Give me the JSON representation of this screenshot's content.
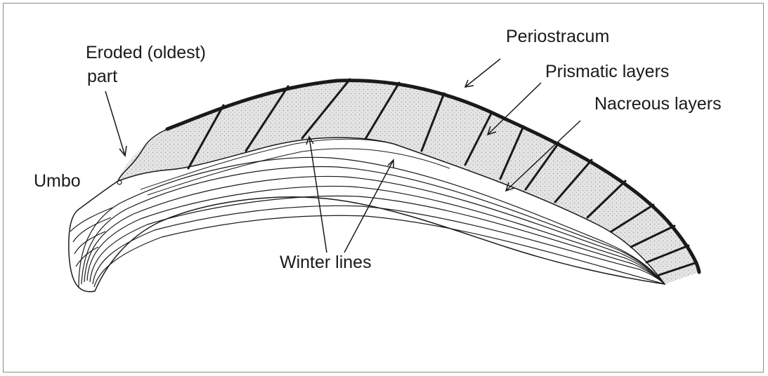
{
  "labels": {
    "eroded_line1": "Eroded (oldest)",
    "eroded_line2": "part",
    "umbo": "Umbo",
    "periostracum": "Periostracum",
    "prismatic": "Prismatic layers",
    "nacreous": "Nacreous layers",
    "winter": "Winter lines"
  },
  "colors": {
    "ink": "#1a1a1a",
    "prismatic_fill": "#d8d8d8",
    "border": "#8a8a8a"
  }
}
